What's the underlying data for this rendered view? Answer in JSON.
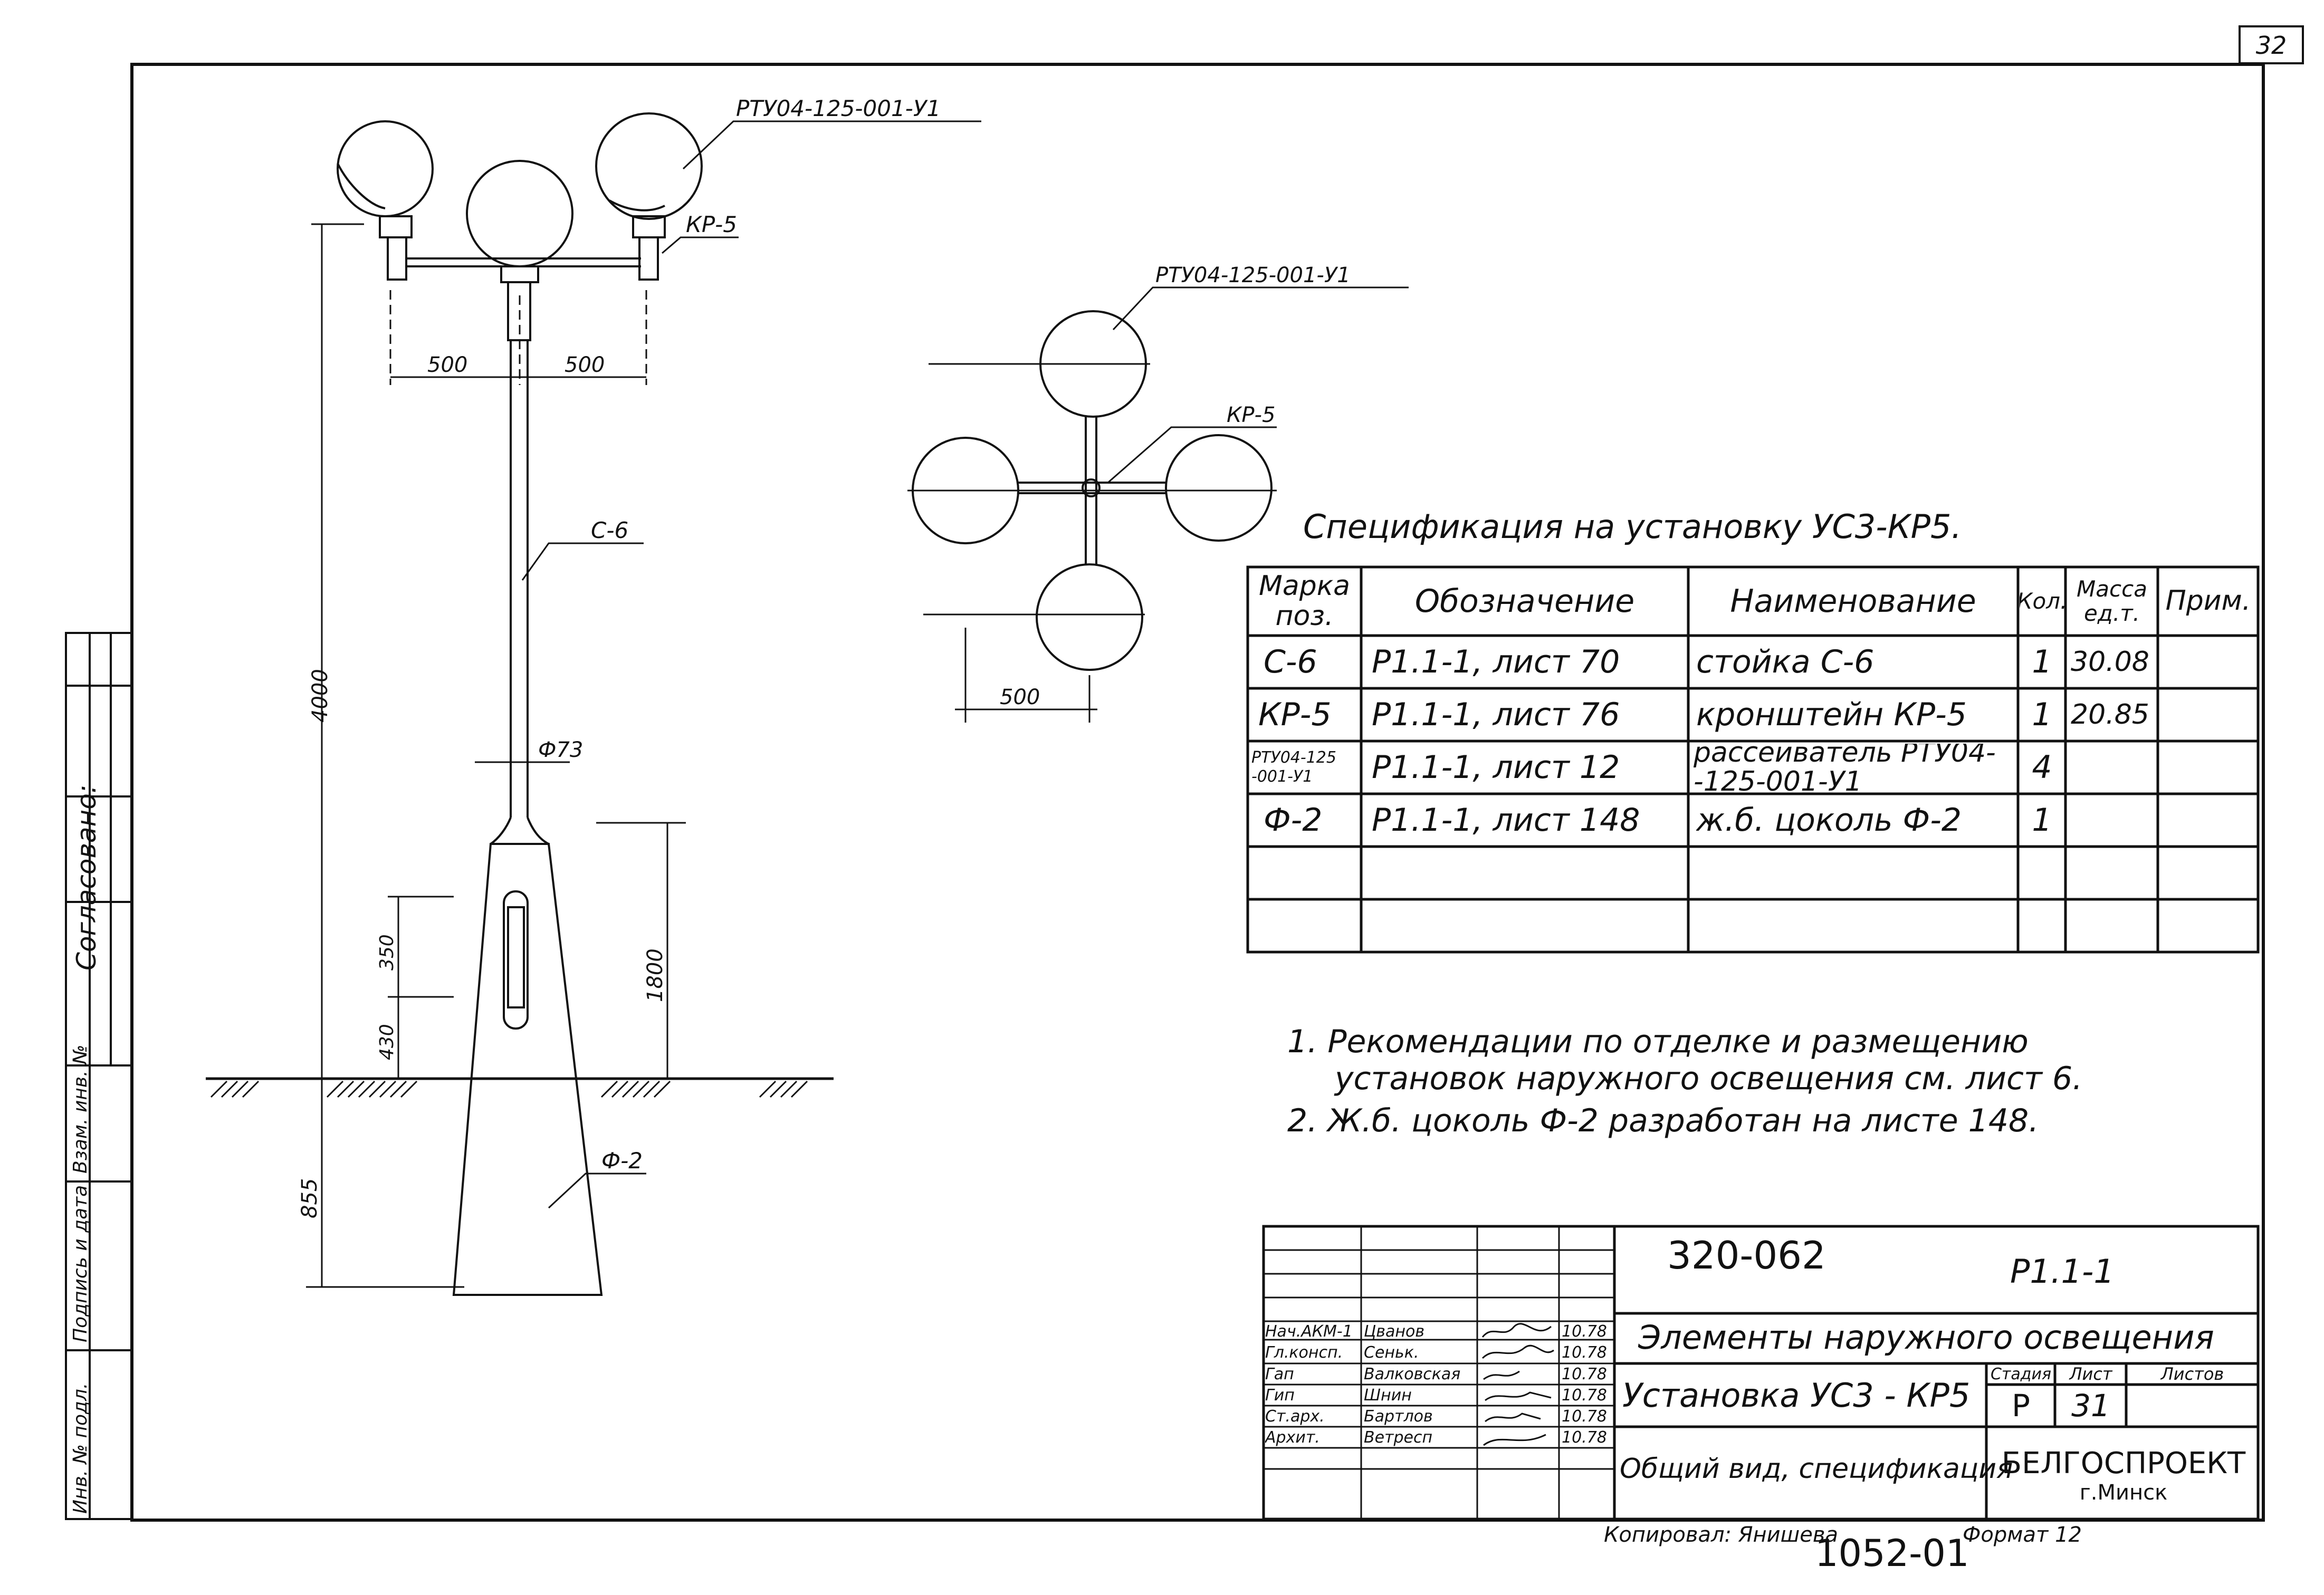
{
  "page_number": "32",
  "drawing": {
    "luminaire_label": "РТУ04-125-001-У1",
    "bracket_label": "КР-5",
    "dim_500_left": "500",
    "dim_500_right": "500",
    "post_label": "С-6",
    "height_4000": "4000",
    "diameter_label": "Ф73",
    "dim_350": "350",
    "dim_430": "430",
    "dim_1800": "1800",
    "dim_855": "855",
    "base_label": "Ф-2"
  },
  "plan": {
    "luminaire_label": "РТУ04-125-001-У1",
    "bracket_label": "КР-5",
    "dim_500": "500"
  },
  "spec": {
    "title": "Спецификация  на установку УС3-КР5.",
    "headers": {
      "mark": "Марка поз.",
      "designation": "Обозначение",
      "name": "Наименование",
      "qty": "Кол.",
      "mass": "Масса ед.т.",
      "note": "Прим."
    },
    "rows": [
      {
        "mark": "С-6",
        "designation": "Р1.1-1,  лист 70",
        "name": "стойка С-6",
        "qty": "1",
        "mass": "30.08",
        "note": ""
      },
      {
        "mark": "КР-5",
        "designation": "Р1.1-1,  лист 76",
        "name": "кронштейн КР-5",
        "qty": "1",
        "mass": "20.85",
        "note": ""
      },
      {
        "mark": "РТУ04-125 -001-У1",
        "designation": "Р1.1-1,  лист 12",
        "name": "рассеиватель РТУ04- -125-001-У1",
        "qty": "4",
        "mass": "",
        "note": ""
      },
      {
        "mark": "Ф-2",
        "designation": "Р1.1-1,  лист 148",
        "name": "ж.б. цоколь Ф-2",
        "qty": "1",
        "mass": "",
        "note": ""
      },
      {
        "mark": "",
        "designation": "",
        "name": "",
        "qty": "",
        "mass": "",
        "note": ""
      },
      {
        "mark": "",
        "designation": "",
        "name": "",
        "qty": "",
        "mass": "",
        "note": ""
      }
    ]
  },
  "notes": [
    "1. Рекомендации по отделке и размещению",
    "установок наружного освещения см. лист 6.",
    "2. Ж.б. цоколь  Ф-2  разработан на листе 148."
  ],
  "side_stamp": {
    "agreed": "Согласовано:",
    "inv_no": "Инв. № подл.",
    "sign_date": "Подпись и дата",
    "replaces": "Взам. инв. №"
  },
  "title_block": {
    "doc_code": "320-062",
    "series": "Р1.1-1",
    "title1": "Элементы наружного освещения",
    "title2": "Установка УС3 - КР5",
    "title3": "Общий вид, спецификация",
    "stage_label": "Стадия",
    "sheet_label": "Лист",
    "sheets_label": "Листов",
    "stage": "Р",
    "sheet": "31",
    "org1": "БЕЛГОСПРОЕКТ",
    "org2": "г.Минск",
    "people": [
      {
        "role": "Нач.АКМ-1",
        "name": "Цванов",
        "date": "10.78"
      },
      {
        "role": "Гл.консп.",
        "name": "Сеньк.",
        "date": "10.78"
      },
      {
        "role": "Гап",
        "name": "Валковская",
        "date": "10.78"
      },
      {
        "role": "Гип",
        "name": "Шнин",
        "date": "10.78"
      },
      {
        "role": "Ст.арх.",
        "name": "Бартлов",
        "date": "10.78"
      },
      {
        "role": "Архит.",
        "name": "Ветресп",
        "date": "10.78"
      }
    ],
    "copied": "Копировал: Янишева",
    "inv": "1052-01",
    "format": "Формат 12"
  }
}
